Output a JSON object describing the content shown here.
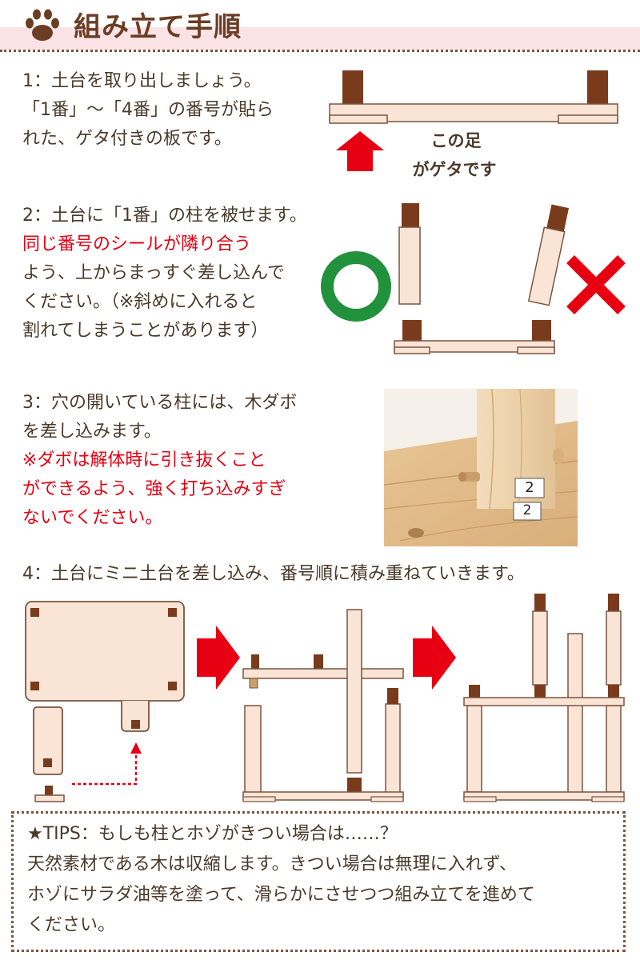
{
  "header": {
    "title": "組み立て手順",
    "colors": {
      "band": "#fbe3e5",
      "brown": "#6b3d24",
      "red": "#e60012",
      "green": "#22913b",
      "wood": "#f9e4d6",
      "post_cap": "#7a3b1d"
    }
  },
  "step1": {
    "line1": "1：土台を取り出しましょう。",
    "line2": "「1番」〜「4番」の番号が貼ら",
    "line3": "れた、ゲタ付きの板です。",
    "note_line1": "この足",
    "note_line2": "がゲタです"
  },
  "step2": {
    "line1": "2：土台に「1番」の柱を被せます。",
    "line2": "同じ番号のシールが隣り合う",
    "line3": "よう、上からまっすぐ差し込んで",
    "line4": "ください。（※斜めに入れると",
    "line5": "割れてしまうことがあります）"
  },
  "step3": {
    "line1": "3：穴の開いている柱には、木ダボ",
    "line2": "を差し込みます。",
    "line3": "※ダボは解体時に引き抜くこと",
    "line4": "ができるよう、強く打ち込みすぎ",
    "line5": "ないでください。",
    "label_post": "2",
    "label_base": "2"
  },
  "step4": {
    "line1": "4：土台にミニ土台を差し込み、番号順に積み重ねていきます。"
  },
  "tips": {
    "line1": "★TIPS：もしも柱とホゾがきつい場合は……？",
    "line2": "天然素材である木は収縮します。きつい場合は無理に入れず、",
    "line3": "ホゾにサラダ油等を塗って、滑らかにさせつつ組み立てを進めて",
    "line4": "ください。"
  }
}
